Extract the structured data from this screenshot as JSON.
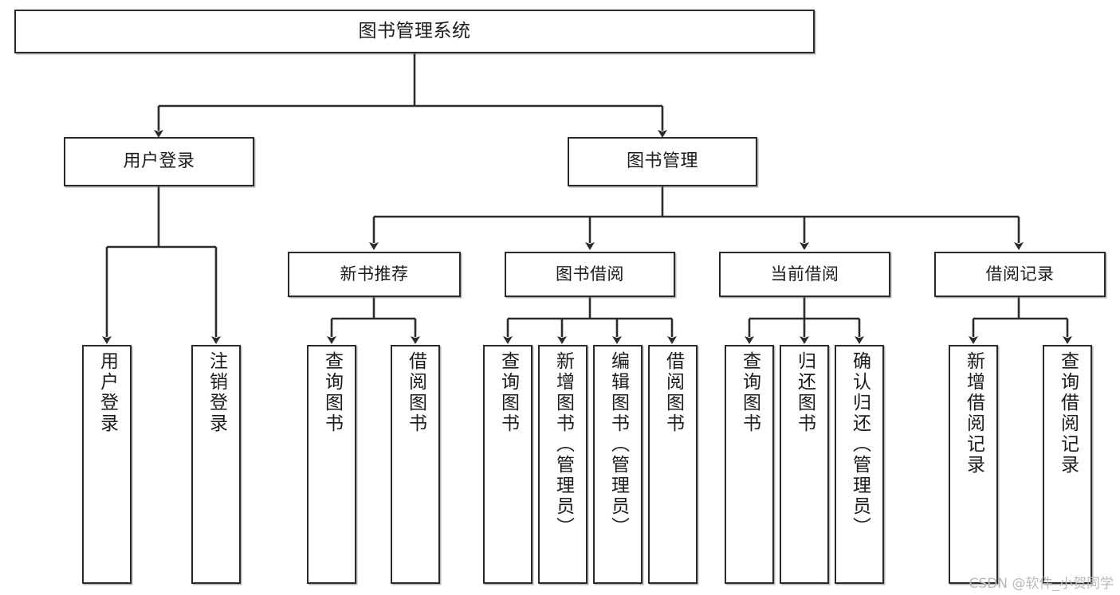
{
  "diagram": {
    "title": "图书管理系统",
    "type": "tree-hierarchy-diagram",
    "background_color": "#ffffff",
    "box_border_color": "#2b2b2b",
    "box_fill_color": "#ffffff",
    "connector_color": "#2b2b2b",
    "text_color": "#1b1b1b"
  },
  "root": {
    "label": "图书管理系统"
  },
  "level1": [
    {
      "label": "用户登录"
    },
    {
      "label": "图书管理"
    }
  ],
  "level2": [
    {
      "label": "新书推荐"
    },
    {
      "label": "图书借阅"
    },
    {
      "label": "当前借阅"
    },
    {
      "label": "借阅记录"
    }
  ],
  "leaves": {
    "user_login": [
      {
        "label": "用户登录"
      },
      {
        "label": "注销登录"
      }
    ],
    "new_book_recommend": [
      {
        "label": "查询图书"
      },
      {
        "label": "借阅图书"
      }
    ],
    "book_borrow": [
      {
        "label": "查询图书"
      },
      {
        "label": "新增图书（管理员）"
      },
      {
        "label": "编辑图书（管理员）"
      },
      {
        "label": "借阅图书"
      }
    ],
    "current_borrow": [
      {
        "label": "查询图书"
      },
      {
        "label": "归还图书"
      },
      {
        "label": "确认归还（管理员）"
      }
    ],
    "borrow_record": [
      {
        "label": "新增借阅记录"
      },
      {
        "label": "查询借阅记录"
      }
    ]
  },
  "watermark": {
    "text": "CSDN @软件_小贺同学"
  }
}
